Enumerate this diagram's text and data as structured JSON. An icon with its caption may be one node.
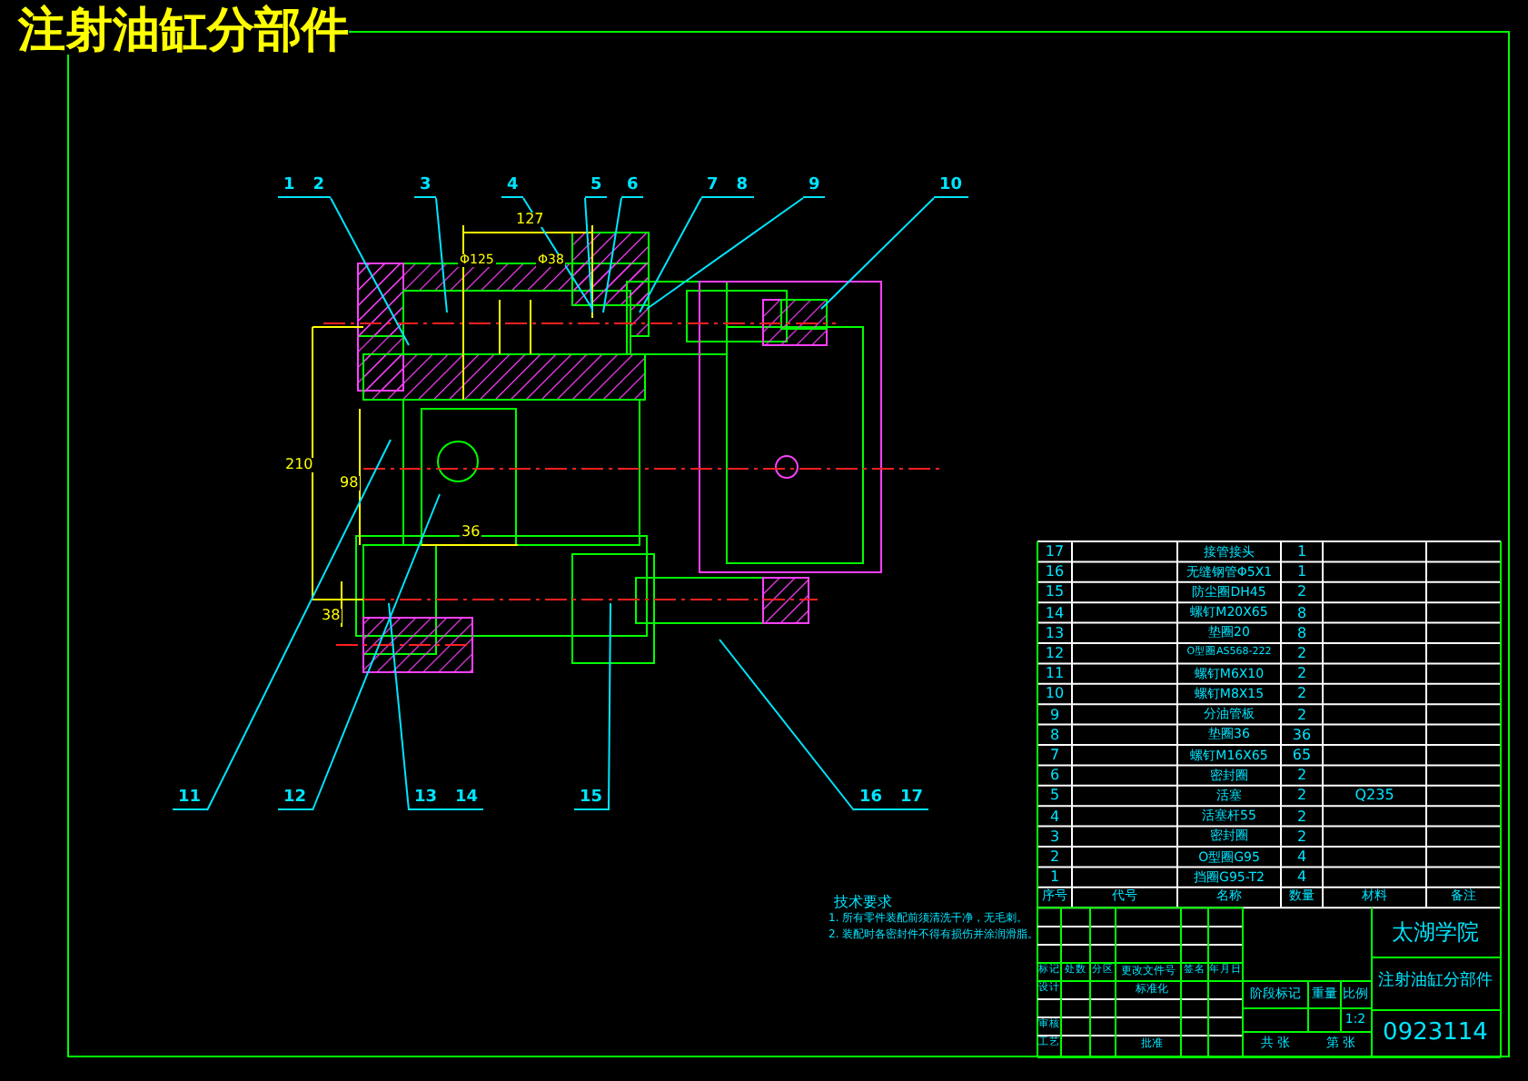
{
  "diagram": {
    "title": "注射油缸分部件",
    "nodes": [
      {
        "text": [
          "1",
          "2"
        ]
      },
      {
        "text": [
          "3"
        ]
      },
      {
        "text": [
          "4"
        ]
      },
      {
        "text": [
          "5"
        ]
      },
      {
        "text": [
          "6"
        ]
      },
      {
        "text": [
          "7",
          "8"
        ]
      },
      {
        "text": [
          "9"
        ]
      },
      {
        "text": [
          "10"
        ]
      },
      {
        "text": [
          "11"
        ]
      },
      {
        "text": [
          "12"
        ]
      },
      {
        "text": [
          "13",
          "14"
        ]
      },
      {
        "text": [
          "15"
        ]
      },
      {
        "text": [
          "16",
          "17"
        ]
      }
    ],
    "edges": [
      {
        "from": 0,
        "to": null,
        "arrow": "none"
      },
      {
        "from": 1,
        "to": null,
        "arrow": "none"
      },
      {
        "from": 2,
        "to": null,
        "arrow": "none"
      },
      {
        "from": 3,
        "to": null,
        "arrow": "none"
      },
      {
        "from": 4,
        "to": null,
        "arrow": "none"
      },
      {
        "from": 5,
        "to": null,
        "arrow": "none"
      },
      {
        "from": 6,
        "to": null,
        "arrow": "none"
      },
      {
        "from": 7,
        "to": null,
        "arrow": "none"
      },
      {
        "from": 8,
        "to": null,
        "arrow": "none"
      },
      {
        "from": 9,
        "to": null,
        "arrow": "none"
      },
      {
        "from": 10,
        "to": null,
        "arrow": "none"
      },
      {
        "from": 11,
        "to": null,
        "arrow": "none"
      },
      {
        "from": 12,
        "to": null,
        "arrow": "none"
      }
    ],
    "labels": [
      "127",
      "Φ125",
      "Φ38",
      "210",
      "98",
      "36",
      "38",
      "17",
      "接管接头",
      "1",
      "16",
      "无缝钢管Φ5X1",
      "1",
      "15",
      "防尘圈DH45",
      "2",
      "14",
      "螺钉M20X65",
      "8",
      "13",
      "垫圈20",
      "8",
      "12",
      "O型圈AS568-222",
      "2",
      "11",
      "螺钉M6X10",
      "2",
      "10",
      "螺钉M8X15",
      "2",
      "9",
      "分油管板",
      "2",
      "8",
      "垫圈36",
      "36",
      "7",
      "螺钉M16X65",
      "65",
      "6",
      "密封圈",
      "2",
      "5",
      "活塞",
      "2",
      "Q235",
      "4",
      "活塞杆55",
      "2",
      "3",
      "密封圈",
      "2",
      "2",
      "O型圈G95",
      "4",
      "1",
      "挡圈G95-T2",
      "4",
      "序号",
      "代号",
      "名称",
      "数量",
      "材料",
      "备注",
      "技术要求",
      "1. 所有零件装配前须清洗干净，无毛刺。",
      "2. 装配时各密封件不得有损伤并涂润滑脂。",
      "标记",
      "处数",
      "分区",
      "更改文件号",
      "签名",
      "年月日",
      "设计",
      "标准化",
      "审核",
      "工艺",
      "批准",
      "阶段标记",
      "重量",
      "比例",
      "1:2",
      "共 张",
      "第 张",
      "太湖学院",
      "注射油缸分部件",
      "0923114"
    ]
  }
}
